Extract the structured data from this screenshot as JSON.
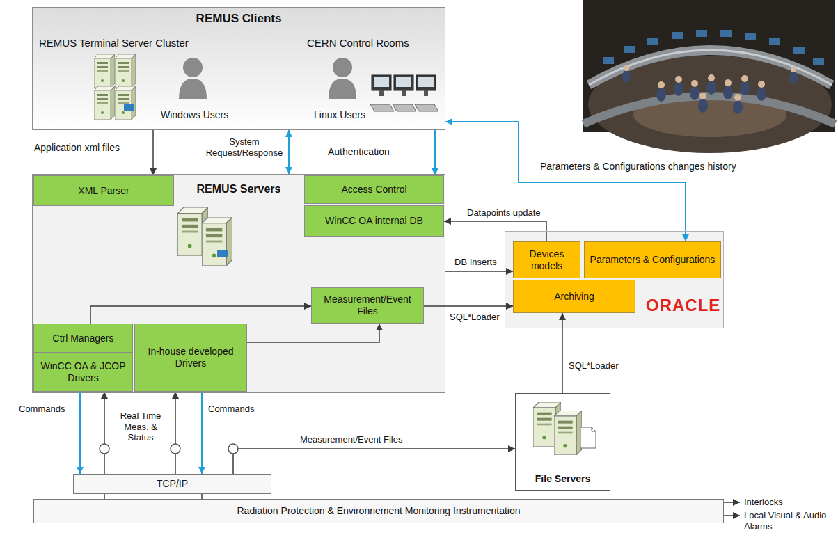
{
  "diagram": {
    "nodes": [
      {
        "text": [
          "REMUS Clients",
          "REMUS Terminal Server Cluster",
          "CERN Control Rooms",
          "Windows Users",
          "Linux Users"
        ]
      },
      {
        "text": [
          "REMUS Servers"
        ]
      },
      {
        "text": [
          "XML Parser"
        ],
        "in": 1
      },
      {
        "text": [
          "Access Control"
        ],
        "in": 1
      },
      {
        "text": [
          "WinCC OA internal DB"
        ],
        "in": 1
      },
      {
        "text": [
          "Measurement/Event Files"
        ],
        "in": 1
      },
      {
        "text": [
          "Ctrl Managers"
        ],
        "in": 1
      },
      {
        "text": [
          "WinCC OA & JCOP Drivers"
        ],
        "in": 1
      },
      {
        "text": [
          "In-house developed Drivers"
        ],
        "in": 1
      },
      {
        "text": [
          "ORACLE"
        ]
      },
      {
        "text": [
          "Devices models"
        ],
        "in": 9
      },
      {
        "text": [
          "Parameters & Configurations"
        ],
        "in": 9
      },
      {
        "text": [
          "Archiving"
        ],
        "in": 9
      },
      {
        "text": [
          "File Servers"
        ]
      },
      {
        "text": [
          "TCP/IP"
        ]
      },
      {
        "text": [
          "Radiation Protection & Environnement Monitoring Instrumentation"
        ]
      }
    ],
    "edges": [
      {
        "from": 0,
        "to": 2,
        "arrow": "to",
        "label": "Application xml files"
      },
      {
        "from": 0,
        "to": 1,
        "arrow": "both",
        "label": "System Request/Response"
      },
      {
        "from": 0,
        "to": 3,
        "arrow": "to",
        "label": "Authentication"
      },
      {
        "from": 0,
        "to": 11,
        "arrow": "both",
        "label": "Parameters & Configurations changes history"
      },
      {
        "from": 10,
        "to": 4,
        "arrow": "to",
        "label": "Datapoints update"
      },
      {
        "from": 1,
        "to": 10,
        "arrow": "to",
        "label": "DB Inserts"
      },
      {
        "from": 5,
        "to": 12,
        "arrow": "to",
        "label": "SQL*Loader"
      },
      {
        "from": 6,
        "to": 5,
        "arrow": "to"
      },
      {
        "from": 8,
        "to": 5,
        "arrow": "to"
      },
      {
        "from": 13,
        "to": 12,
        "arrow": "to",
        "label": "SQL*Loader"
      },
      {
        "from": 7,
        "to": 14,
        "arrow": "to",
        "label": "Commands"
      },
      {
        "from": 14,
        "to": 7,
        "arrow": "to",
        "label": "Real Time Meas. & Status"
      },
      {
        "from": 14,
        "to": 8,
        "arrow": "to"
      },
      {
        "from": 8,
        "to": 14,
        "arrow": "to",
        "label": "Commands"
      },
      {
        "from": 14,
        "to": 13,
        "arrow": "to",
        "label": "Measurement/Event Files"
      },
      {
        "from": 15,
        "to": 14,
        "arrow": "none"
      },
      {
        "from": 15,
        "to": 14,
        "arrow": "none"
      }
    ],
    "labels": [
      "Interlocks",
      "Local Visual & Audio Alarms"
    ]
  }
}
